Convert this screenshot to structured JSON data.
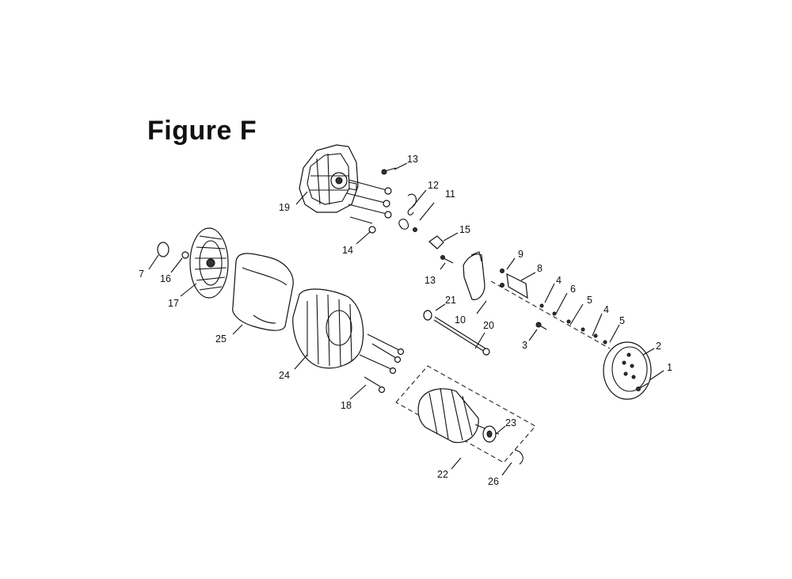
{
  "figure": {
    "title": "Figure F"
  },
  "callouts": [
    {
      "id": "c1",
      "label": "1"
    },
    {
      "id": "c2",
      "label": "2"
    },
    {
      "id": "c3",
      "label": "3"
    },
    {
      "id": "c4a",
      "label": "4"
    },
    {
      "id": "c4b",
      "label": "4"
    },
    {
      "id": "c5a",
      "label": "5"
    },
    {
      "id": "c5b",
      "label": "5"
    },
    {
      "id": "c6",
      "label": "6"
    },
    {
      "id": "c7",
      "label": "7"
    },
    {
      "id": "c8",
      "label": "8"
    },
    {
      "id": "c9",
      "label": "9"
    },
    {
      "id": "c10",
      "label": "10"
    },
    {
      "id": "c11",
      "label": "11"
    },
    {
      "id": "c12",
      "label": "12"
    },
    {
      "id": "c13a",
      "label": "13"
    },
    {
      "id": "c13b",
      "label": "13"
    },
    {
      "id": "c14",
      "label": "14"
    },
    {
      "id": "c15",
      "label": "15"
    },
    {
      "id": "c16",
      "label": "16"
    },
    {
      "id": "c17",
      "label": "17"
    },
    {
      "id": "c18",
      "label": "18"
    },
    {
      "id": "c19",
      "label": "19"
    },
    {
      "id": "c20",
      "label": "20"
    },
    {
      "id": "c21",
      "label": "21"
    },
    {
      "id": "c22",
      "label": "22"
    },
    {
      "id": "c23",
      "label": "23"
    },
    {
      "id": "c24",
      "label": "24"
    },
    {
      "id": "c25",
      "label": "25"
    },
    {
      "id": "c26",
      "label": "26"
    }
  ]
}
